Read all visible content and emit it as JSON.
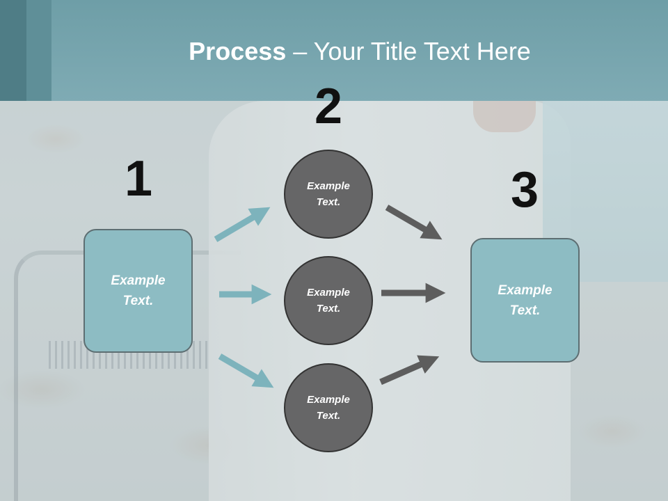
{
  "title": {
    "bold": "Process",
    "rest": " – Your Title Text Here"
  },
  "steps": [
    {
      "number": "1",
      "label": "Example\nText."
    },
    {
      "number": "2"
    },
    {
      "number": "3",
      "label": "Example\nText."
    }
  ],
  "circles": [
    {
      "label": "Example\nText."
    },
    {
      "label": "Example\nText."
    },
    {
      "label": "Example\nText."
    }
  ],
  "colors": {
    "header": "#7fabb4",
    "box_fill": "#8dbcc3",
    "circle_fill": "#666667",
    "arrow_teal": "#7db3bc",
    "arrow_gray": "#5d5d5d"
  }
}
